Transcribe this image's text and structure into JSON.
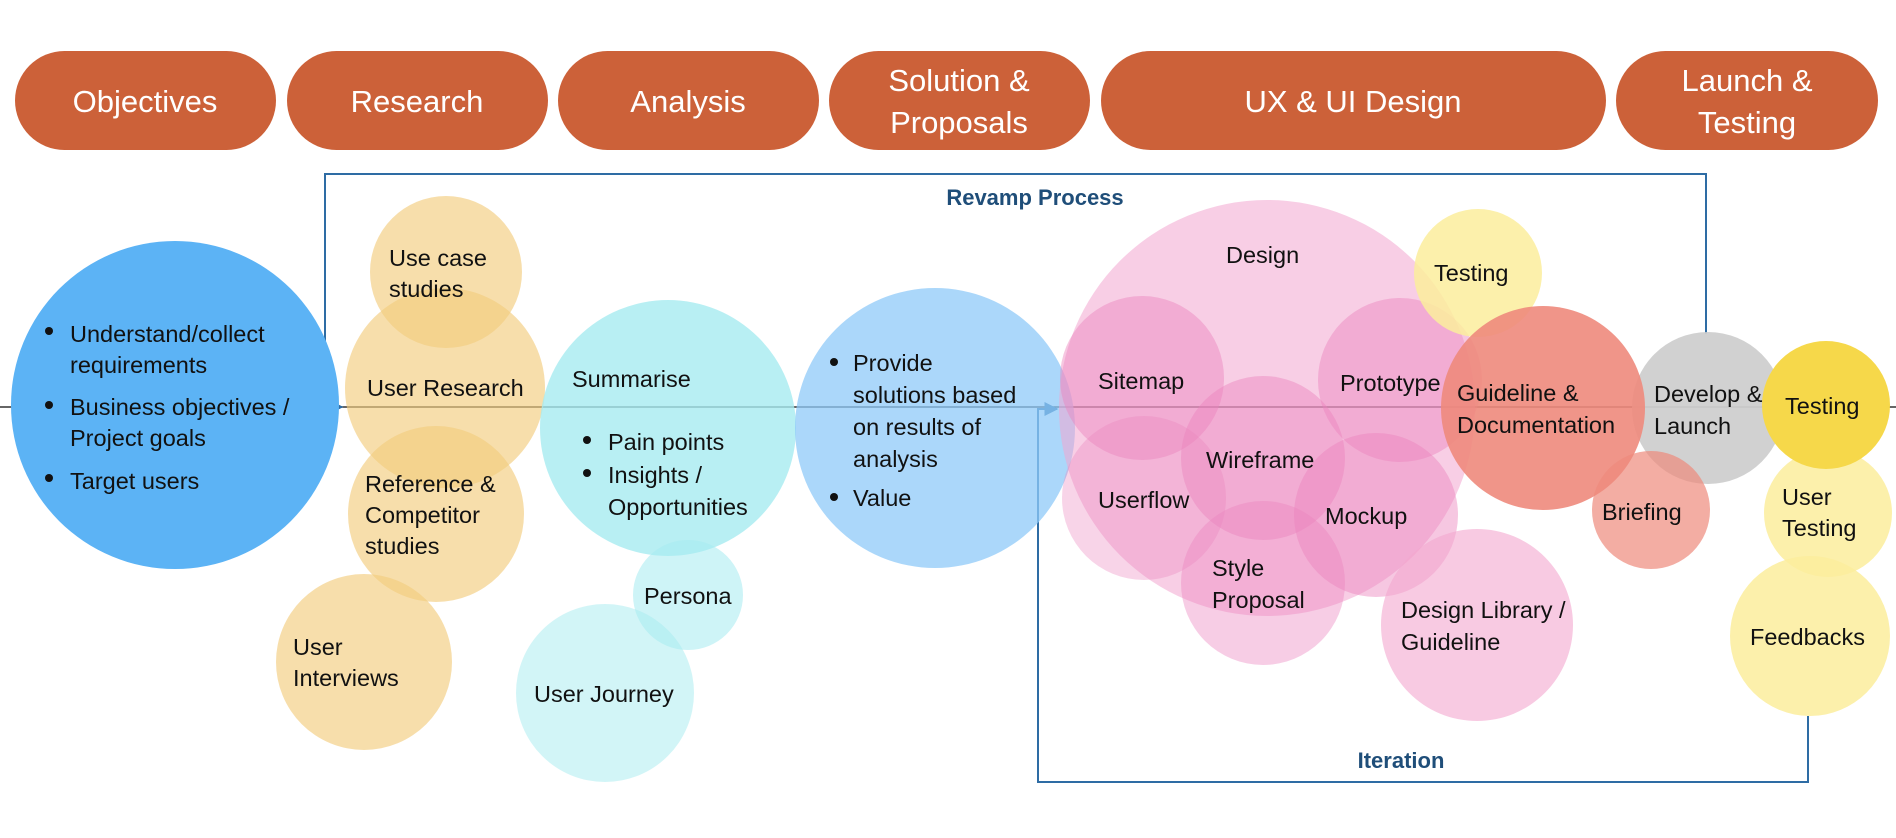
{
  "colors": {
    "phase_pill": "#cc6139",
    "process_line": "#2e6ca4",
    "objectives": "#5cb3f5",
    "research": "#f3cd7e",
    "analysis": "#a6ebf0",
    "solution": "#8fcaf8",
    "design": "#f3a6cf",
    "design_strong": "#ec83bd",
    "testing_light": "#fbed9c",
    "testing_strong": "#f6d84a",
    "guideline": "#ee8a7c",
    "develop": "#cfcfcf"
  },
  "phases": [
    "Objectives",
    "Research",
    "Analysis",
    "Solution & Proposals",
    "UX & UI Design",
    "Launch & Testing"
  ],
  "labels": {
    "revamp_process": "Revamp Process",
    "iteration": "Iteration"
  },
  "objectives": {
    "bullets": [
      "Understand/collect requirements",
      "Business objectives / Project goals",
      "Target users"
    ]
  },
  "research": {
    "use_case_studies": "Use case studies",
    "user_research": "User Research",
    "reference_competitor": "Reference & Competitor studies",
    "user_interviews": "User Interviews"
  },
  "analysis": {
    "summarise": "Summarise",
    "bullets": [
      "Pain points",
      "Insights / Opportunities"
    ],
    "persona": "Persona",
    "user_journey": "User Journey"
  },
  "solution": {
    "bullets": [
      "Provide solutions based on results of analysis",
      "Value"
    ]
  },
  "design": {
    "design": "Design",
    "sitemap": "Sitemap",
    "prototype": "Prototype",
    "wireframe": "Wireframe",
    "userflow": "Userflow",
    "mockup": "Mockup",
    "style_proposal": "Style Proposal",
    "design_library": "Design Library / Guideline",
    "testing": "Testing"
  },
  "launch": {
    "guideline_documentation": "Guideline & Documentation",
    "develop_launch": "Develop & Launch",
    "briefing": "Briefing",
    "testing": "Testing",
    "user_testing": "User Testing",
    "feedbacks": "Feedbacks"
  }
}
